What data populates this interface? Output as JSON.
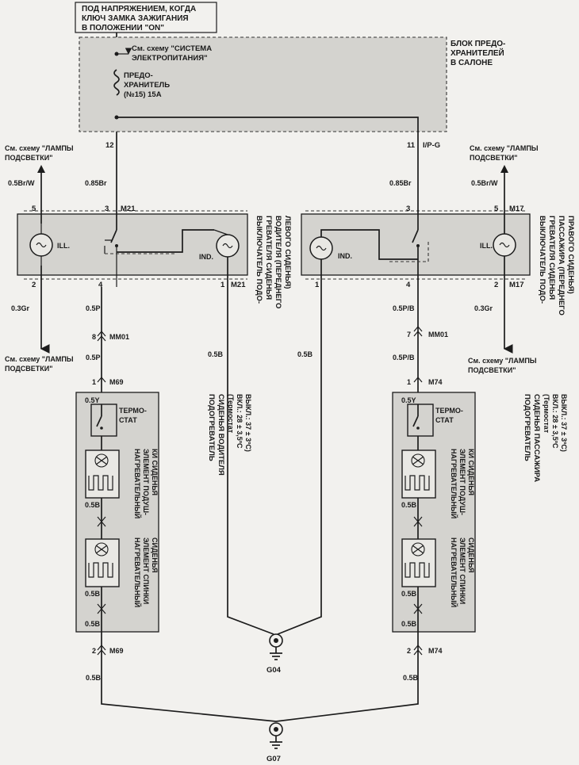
{
  "power_note": [
    "ПОД НАПРЯЖЕНИЕМ, КОГДА",
    "КЛЮЧ ЗАМКА ЗАЖИГАНИЯ",
    "В ПОЛОЖЕНИИ \"ON\""
  ],
  "fuse_block": {
    "label": [
      "БЛОК ПРЕДО-",
      "ХРАНИТЕЛЕЙ",
      "В САЛОНЕ"
    ],
    "ref": [
      "См. схему \"СИСТЕМА",
      "ЭЛЕКТРОПИТАНИЯ\""
    ],
    "fuse": [
      "ПРЕДО-",
      "ХРАНИТЕЛЬ",
      "(№15) 15A"
    ],
    "pin_left": "12",
    "pin_right": "11",
    "pin_right_wire": "I/P-G"
  },
  "refs": {
    "lamps_top_left": [
      "См. схему \"ЛАМПЫ",
      "ПОДСВЕТКИ\""
    ],
    "lamps_top_right": [
      "См. схему \"ЛАМПЫ",
      "ПОДСВЕТКИ\""
    ],
    "lamps_bottom_left": [
      "См. схему \"ЛАМПЫ",
      "ПОДСВЕТКИ\""
    ],
    "lamps_bottom_right": [
      "См. схему \"ЛАМПЫ",
      "ПОДСВЕТКИ\""
    ]
  },
  "wires": {
    "w_05brw_left": "0.5Br/W",
    "w_085br_left": "0.85Br",
    "w_085br_right": "0.85Br",
    "w_05brw_right": "0.5Br/W",
    "w_03gr_left": "0.3Gr",
    "w_05p": "0.5P",
    "w_05p_2": "0.5P",
    "w_05b_gnd_left": "0.5B",
    "w_05b_gnd_right": "0.5B",
    "w_05pb": "0.5P/B",
    "w_05pb_2": "0.5P/B",
    "w_03gr_right": "0.3Gr",
    "w_05b_bottom_left": "0.5B",
    "w_05b_bottom_right": "0.5B"
  },
  "switch_left": {
    "connector": "M21",
    "ill": "ILL.",
    "ind": "IND.",
    "pin5": "5",
    "pin3": "3",
    "pin2": "2",
    "pin4": "4",
    "pin1": "1",
    "title": [
      "ВЫКЛЮЧАТЕЛЬ ПОДО-",
      "ГРЕВАТЕЛЯ СИДЕНЬЯ",
      "ВОДИТЕЛЯ (ПЕРЕДНЕГО",
      "ЛЕВОГО СИДЕНЬЯ)"
    ]
  },
  "switch_right": {
    "connector": "M17",
    "ill": "ILL.",
    "ind": "IND.",
    "pin3": "3",
    "pin5": "5",
    "pin1": "1",
    "pin4": "4",
    "pin2": "2",
    "title": [
      "ВЫКЛЮЧАТЕЛЬ ПОДО-",
      "ГРЕВАТЕЛЯ СИДЕНЬЯ",
      "ПАССАЖИРА (ПЕРЕДНЕГО",
      "ПРАВОГО СИДЕНЬЯ)"
    ]
  },
  "connectors": {
    "mm01_left_pin": "8",
    "mm01_left": "MM01",
    "mm01_right_pin": "7",
    "mm01_right": "MM01"
  },
  "heater_left": {
    "connector": "M69",
    "pin_top": "1",
    "pin_bottom": "2",
    "wire_in": "0.5Y",
    "thermostat": [
      "ТЕРМО-",
      "СТАТ"
    ],
    "w1": "0.5B",
    "w2": "0.5B",
    "w3": "0.5B",
    "element_cushion": [
      "НАГРЕВАТЕЛЬНЫЙ",
      "ЭЛЕМЕНТ ПОДУШ-",
      "КИ СИДЕНЬЯ"
    ],
    "element_back": [
      "НАГРЕВАТЕЛЬНЫЙ",
      "ЭЛЕМЕНТ СПИНКИ",
      "СИДЕНЬЯ"
    ],
    "title": [
      "ПОДОГРЕВАТЕЛЬ",
      "СИДЕНЬЯ ВОДИТЕЛЯ",
      "(Термостат",
      "ВКЛ.: 28 ± 3,5ºС",
      "ВЫКЛ.: 37 ± 3ºС)"
    ]
  },
  "heater_right": {
    "connector": "M74",
    "pin_top": "1",
    "pin_bottom": "2",
    "wire_in": "0.5Y",
    "thermostat": [
      "ТЕРМО-",
      "СТАТ"
    ],
    "w1": "0.5B",
    "w2": "0.5B",
    "w3": "0.5B",
    "element_cushion": [
      "НАГРЕВАТЕЛЬНЫЙ",
      "ЭЛЕМЕНТ ПОДУШ-",
      "КИ СИДЕНЬЯ"
    ],
    "element_back": [
      "НАГРЕВАТЕЛЬНЫЙ",
      "ЭЛЕМЕНТ СПИНКИ",
      "СИДЕНЬЯ"
    ],
    "title": [
      "ПОДОГРЕВАТЕЛЬ",
      "СИДЕНЬЯ ПАССАЖИРА",
      "(Термостат",
      "ВКЛ.: 28 ± 3,5ºС",
      "ВЫКЛ.: 37 ± 3ºС)"
    ]
  },
  "grounds": {
    "g04": "G04",
    "g07": "G07"
  }
}
